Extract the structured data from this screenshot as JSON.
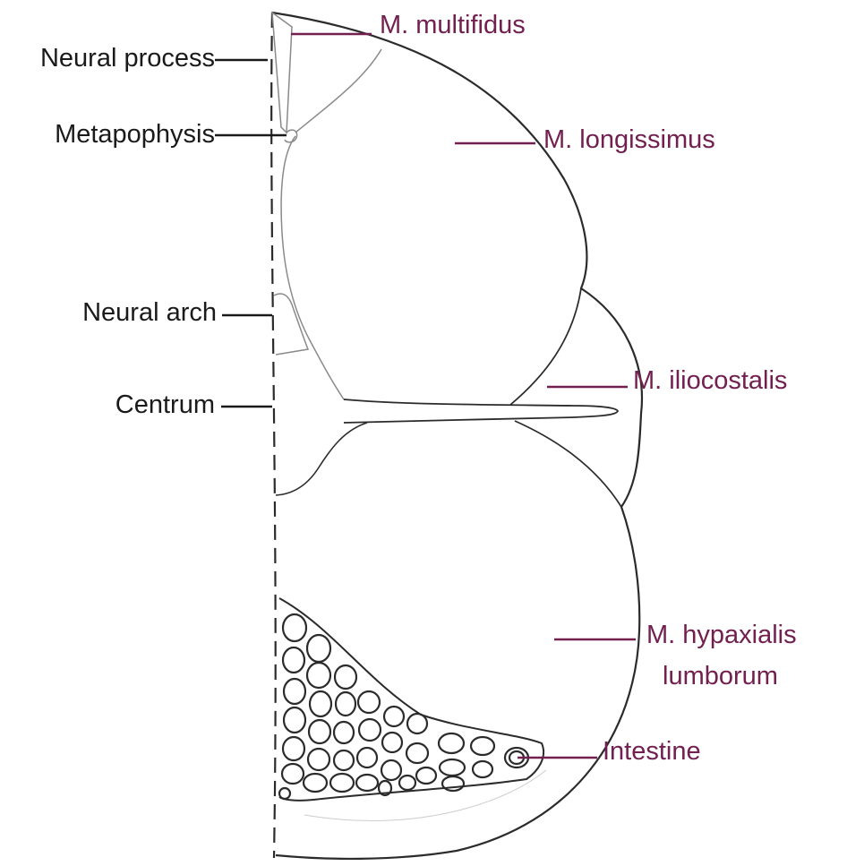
{
  "colors": {
    "outline": "#2b2b2b",
    "faint_outline": "#8a8a8a",
    "left_label_text": "#1a1a1a",
    "muscle_label_text": "#722050",
    "background": "#ffffff"
  },
  "left_labels": {
    "neural_process": "Neural process",
    "metapophysis": "Metapophysis",
    "neural_arch": "Neural arch",
    "centrum": "Centrum"
  },
  "right_labels": {
    "multifidus": "M. multifidus",
    "longissimus": "M. longissimus",
    "iliocostalis": "M. iliocostalis",
    "hypaxialis_line1": "M. hypaxialis",
    "hypaxialis_line2": "lumborum",
    "intestine": "Intestine"
  }
}
